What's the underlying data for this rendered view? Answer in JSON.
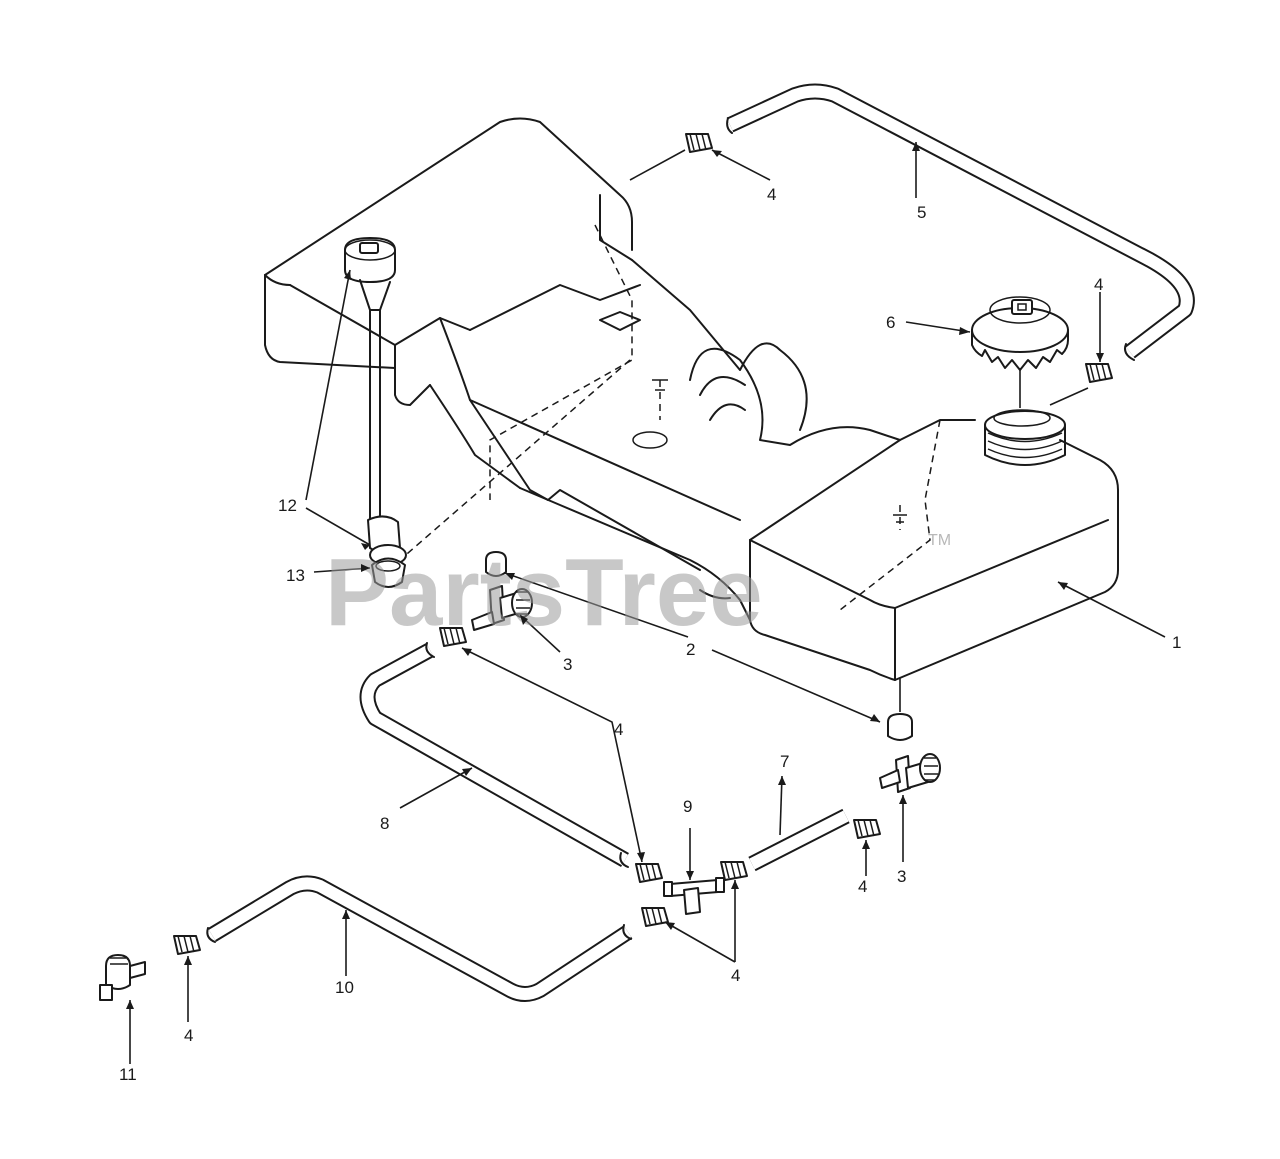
{
  "watermark": {
    "text": "PartsTree",
    "trademark": "TM"
  },
  "callouts": {
    "c1": "1",
    "c2": "2",
    "c3a": "3",
    "c3b": "3",
    "c4_top": "4",
    "c4_right": "4",
    "c4_left_tee": "4",
    "c4_right_tee": "4",
    "c4_bottom": "4",
    "c4_far_left": "4",
    "c5": "5",
    "c6": "6",
    "c7": "7",
    "c8": "8",
    "c9": "9",
    "c10": "10",
    "c11": "11",
    "c12": "12",
    "c13": "13"
  }
}
